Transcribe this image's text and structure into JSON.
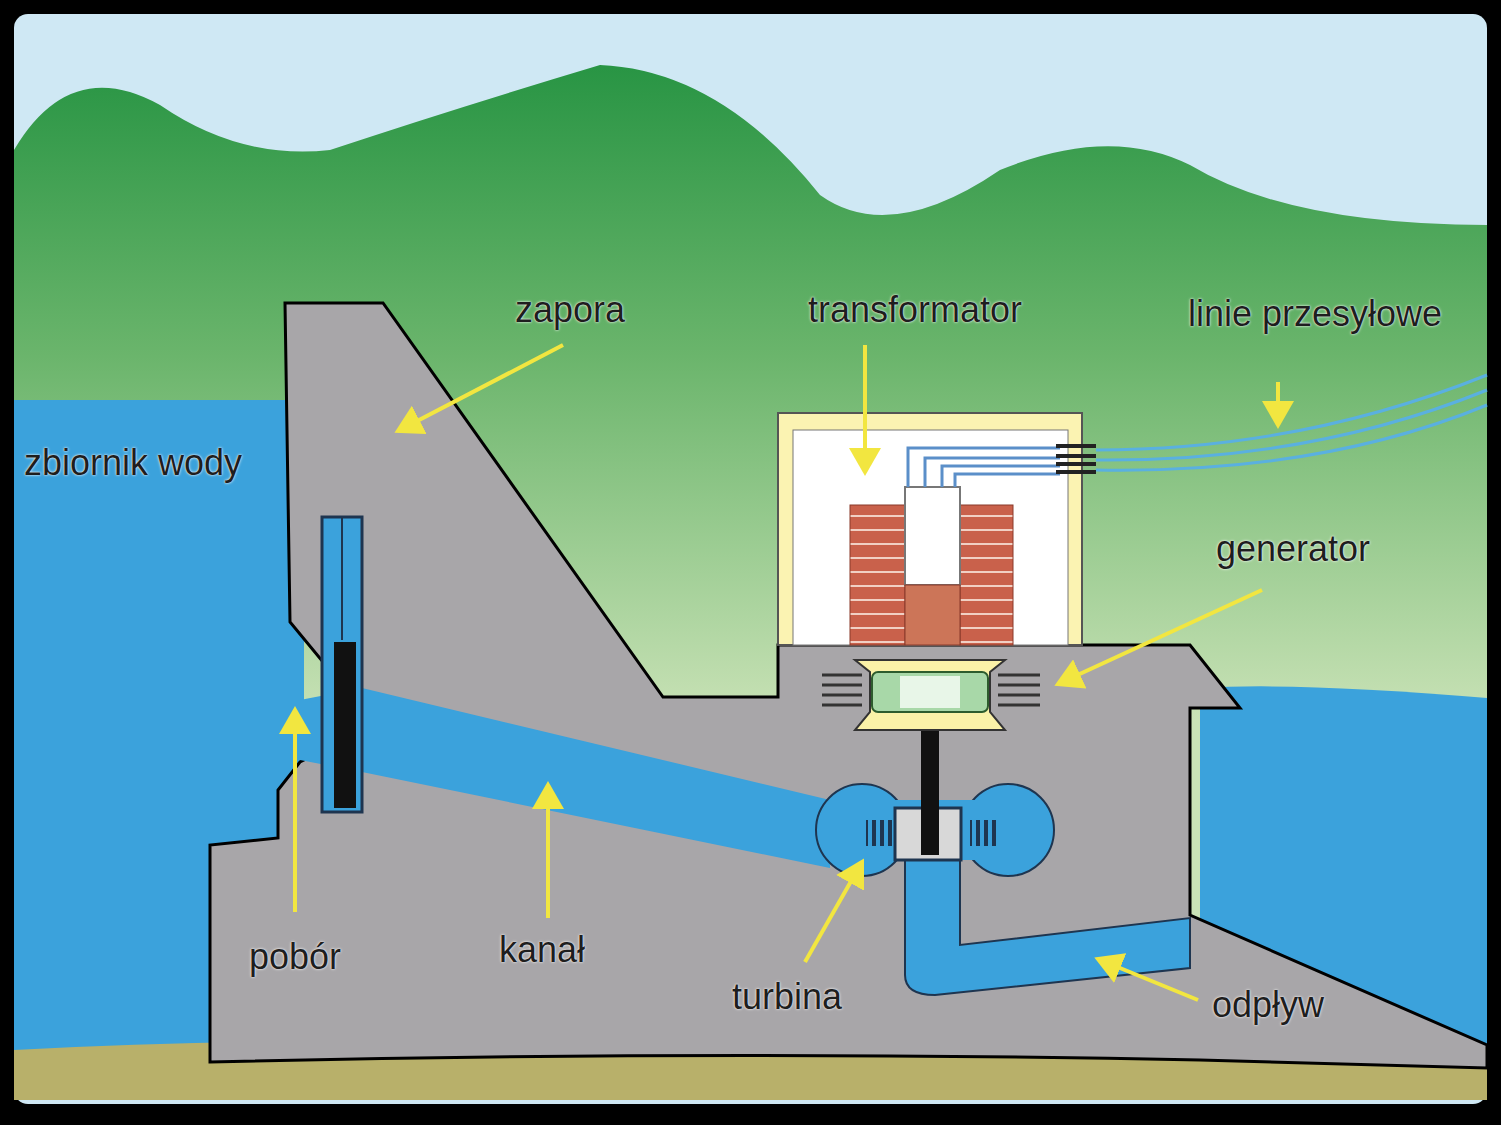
{
  "diagram": {
    "labels": [
      "zapora",
      "transformator",
      "linie przesyłowe",
      "zbiornik wody",
      "generator",
      "pobór",
      "kanał",
      "turbina",
      "odpływ"
    ]
  }
}
